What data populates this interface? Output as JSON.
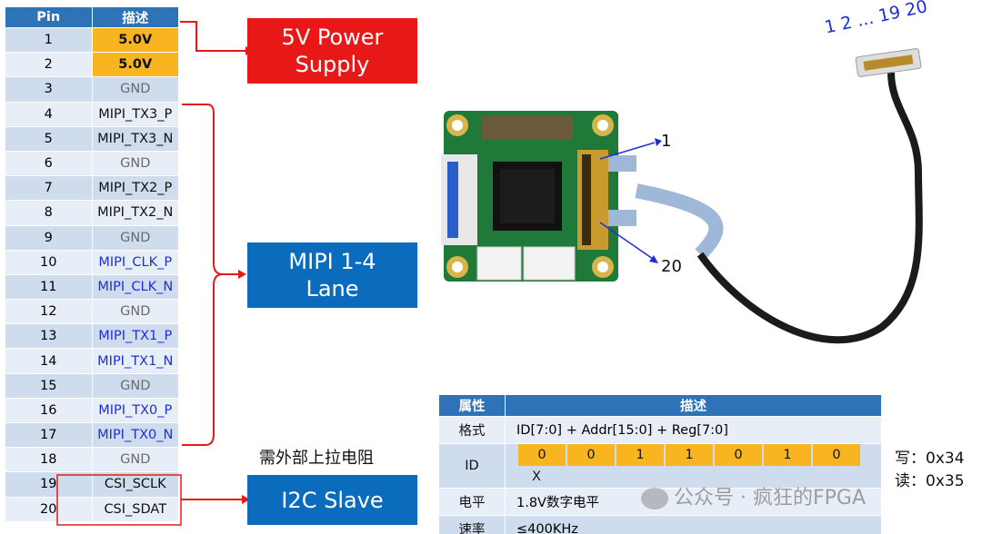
{
  "pin_table": {
    "header": {
      "pin": "Pin",
      "desc": "描述"
    },
    "rows": [
      {
        "pin": "1",
        "desc": "5.0V",
        "kind": "pwr"
      },
      {
        "pin": "2",
        "desc": "5.0V",
        "kind": "pwr"
      },
      {
        "pin": "3",
        "desc": "GND",
        "kind": "gnd"
      },
      {
        "pin": "4",
        "desc": "MIPI_TX3_P",
        "kind": "blk"
      },
      {
        "pin": "5",
        "desc": "MIPI_TX3_N",
        "kind": "blk"
      },
      {
        "pin": "6",
        "desc": "GND",
        "kind": "gnd"
      },
      {
        "pin": "7",
        "desc": "MIPI_TX2_P",
        "kind": "blk"
      },
      {
        "pin": "8",
        "desc": "MIPI_TX2_N",
        "kind": "blk"
      },
      {
        "pin": "9",
        "desc": "GND",
        "kind": "gnd"
      },
      {
        "pin": "10",
        "desc": "MIPI_CLK_P",
        "kind": "blue"
      },
      {
        "pin": "11",
        "desc": "MIPI_CLK_N",
        "kind": "blue"
      },
      {
        "pin": "12",
        "desc": "GND",
        "kind": "gnd"
      },
      {
        "pin": "13",
        "desc": "MIPI_TX1_P",
        "kind": "blue"
      },
      {
        "pin": "14",
        "desc": "MIPI_TX1_N",
        "kind": "blue"
      },
      {
        "pin": "15",
        "desc": "GND",
        "kind": "gnd"
      },
      {
        "pin": "16",
        "desc": "MIPI_TX0_P",
        "kind": "blue"
      },
      {
        "pin": "17",
        "desc": "MIPI_TX0_N",
        "kind": "blue"
      },
      {
        "pin": "18",
        "desc": "GND",
        "kind": "gnd"
      },
      {
        "pin": "19",
        "desc": "CSI_SCLK",
        "kind": "blk"
      },
      {
        "pin": "20",
        "desc": "CSI_SDAT",
        "kind": "blk"
      }
    ]
  },
  "callouts": {
    "power_line1": "5V Power",
    "power_line2": "Supply",
    "mipi_line1": "MIPI 1-4",
    "mipi_line2": "Lane",
    "i2c": "I2C Slave",
    "pullup_note": "需外部上拉电阻"
  },
  "board_labels": {
    "pin1": "1",
    "pin20": "20",
    "connector_pins": "1 2 ... 19 20"
  },
  "reg_table": {
    "header": {
      "attr": "属性",
      "desc": "描述"
    },
    "format": {
      "key": "格式",
      "value": "ID[7:0] + Addr[15:0] + Reg[7:0]"
    },
    "id": {
      "key": "ID",
      "bits": [
        "0",
        "0",
        "1",
        "1",
        "0",
        "1",
        "0",
        "X"
      ]
    },
    "level": {
      "key": "电平",
      "value": "1.8V数字电平"
    },
    "rate": {
      "key": "速率",
      "value": "≤400KHz"
    }
  },
  "addresses": {
    "write": "写：0x34",
    "read": "读：0x35"
  },
  "watermark": "公众号 · 疯狂的FPGA",
  "colors": {
    "header_blue": "#2e73b8",
    "power_red": "#e81818",
    "callout_blue": "#0b6cbd",
    "pwr_yellow": "#f8b520",
    "signal_blue": "#1f2fd6"
  }
}
